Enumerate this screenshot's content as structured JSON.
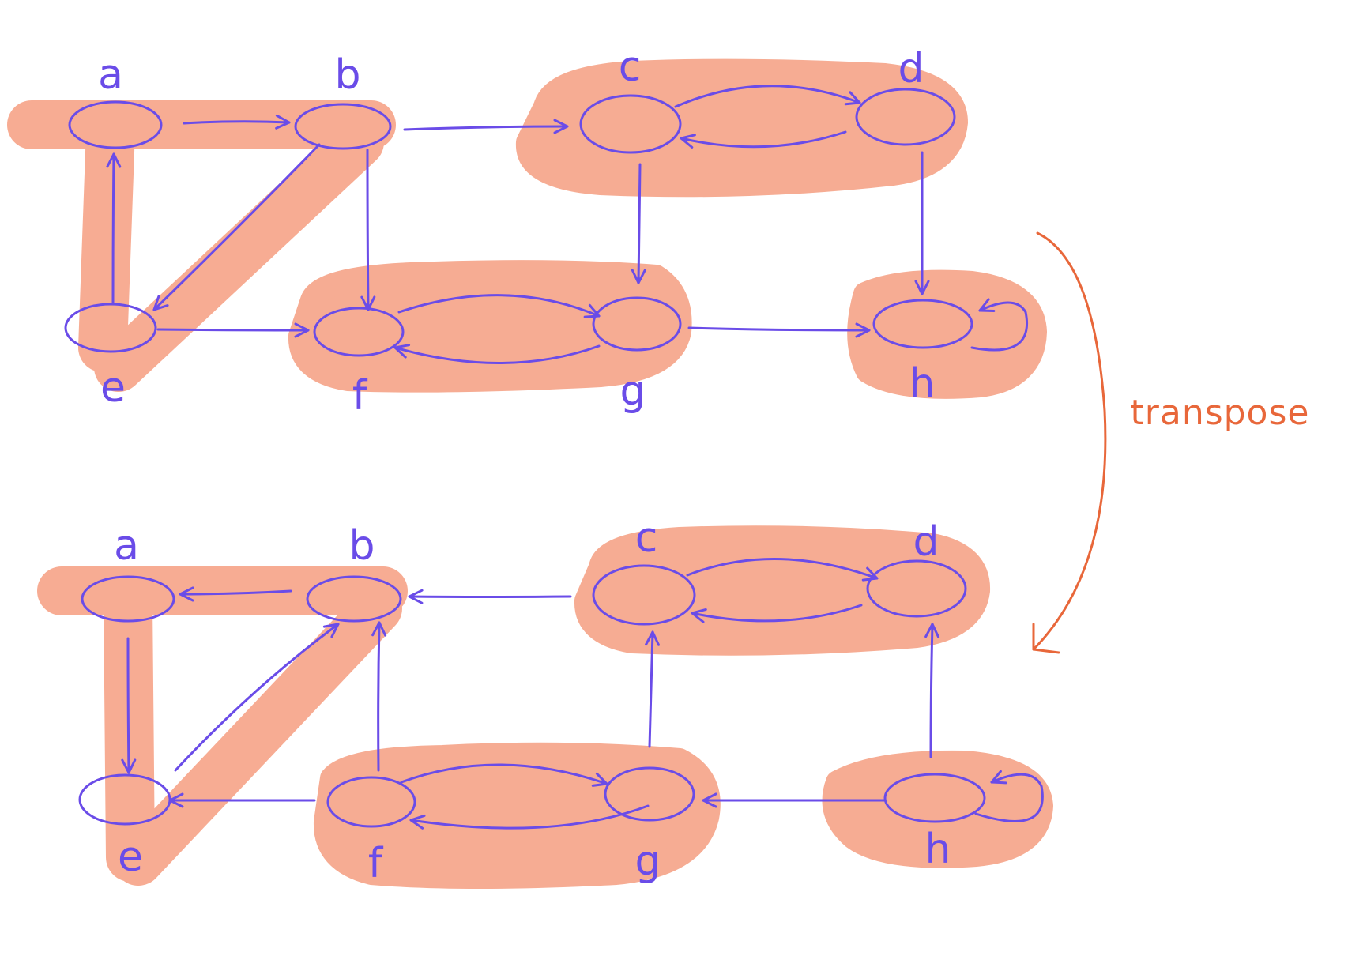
{
  "transform_label": "transpose",
  "colors": {
    "highlight": "#f6a58a",
    "node_edge": "#6a4ce8",
    "transform_arrow": "#e8673a",
    "background": "#ffffff"
  },
  "graphs": [
    {
      "role": "original",
      "nodes": [
        "a",
        "b",
        "c",
        "d",
        "e",
        "f",
        "g",
        "h"
      ],
      "edges": [
        [
          "a",
          "b"
        ],
        [
          "b",
          "c"
        ],
        [
          "b",
          "e"
        ],
        [
          "b",
          "f"
        ],
        [
          "c",
          "d"
        ],
        [
          "d",
          "c"
        ],
        [
          "c",
          "g"
        ],
        [
          "d",
          "h"
        ],
        [
          "e",
          "a"
        ],
        [
          "e",
          "f"
        ],
        [
          "f",
          "g"
        ],
        [
          "g",
          "f"
        ],
        [
          "g",
          "h"
        ],
        [
          "h",
          "h"
        ]
      ],
      "components": [
        [
          "a",
          "b",
          "e"
        ],
        [
          "c",
          "d"
        ],
        [
          "f",
          "g"
        ],
        [
          "h"
        ]
      ]
    },
    {
      "role": "transposed",
      "nodes": [
        "a",
        "b",
        "c",
        "d",
        "e",
        "f",
        "g",
        "h"
      ],
      "edges": [
        [
          "b",
          "a"
        ],
        [
          "c",
          "b"
        ],
        [
          "e",
          "b"
        ],
        [
          "f",
          "b"
        ],
        [
          "d",
          "c"
        ],
        [
          "c",
          "d"
        ],
        [
          "g",
          "c"
        ],
        [
          "h",
          "d"
        ],
        [
          "a",
          "e"
        ],
        [
          "f",
          "e"
        ],
        [
          "g",
          "f"
        ],
        [
          "f",
          "g"
        ],
        [
          "h",
          "g"
        ],
        [
          "h",
          "h"
        ]
      ],
      "components": [
        [
          "a",
          "b",
          "e"
        ],
        [
          "c",
          "d"
        ],
        [
          "f",
          "g"
        ],
        [
          "h"
        ]
      ]
    }
  ]
}
